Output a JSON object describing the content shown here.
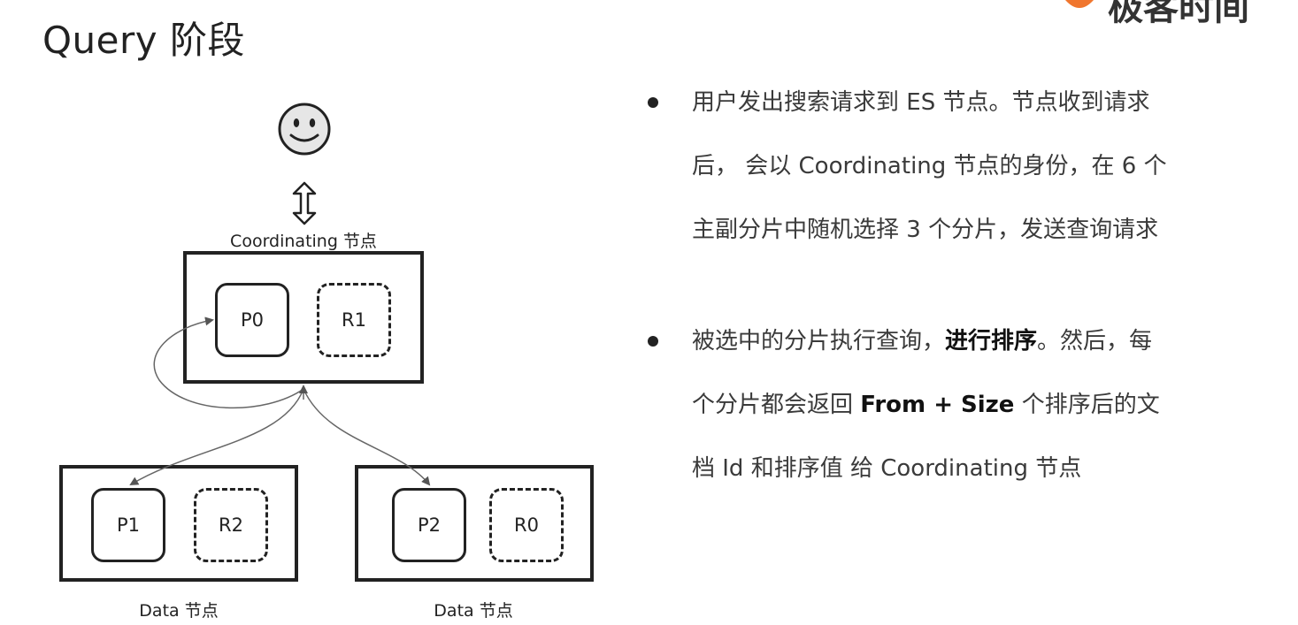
{
  "slide": {
    "title": "Query 阶段",
    "logo_text": "极客时间",
    "colors": {
      "logo_orange": "#F0762E",
      "text": "#3a3a3a",
      "outline": "#222222"
    }
  },
  "diagram": {
    "user_icon": "smiley-face-icon",
    "arrow_icon": "double-arrow-vertical-icon",
    "coordinating_label": "Coordinating 节点",
    "coordinating_shards": [
      "P0",
      "R1"
    ],
    "data_nodes": [
      {
        "label": "Data 节点",
        "shards": [
          "P1",
          "R2"
        ]
      },
      {
        "label": "Data 节点",
        "shards": [
          "P2",
          "R0"
        ]
      }
    ]
  },
  "bullets": [
    {
      "lines": [
        "用户发出搜索请求到 ES 节点。节点收到请求",
        "后， 会以 Coordinating 节点的身份，在 6 个",
        "主副分片中随机选择 3 个分片，发送查询请求"
      ]
    },
    {
      "line1_pre": "被选中的分片执行查询，",
      "line1_bold": "进行排序",
      "line1_post": "。然后，每",
      "line2_pre": "个分片都会返回 ",
      "line2_bold": "From + Size",
      "line2_post": " 个排序后的文",
      "line3": "档 Id 和排序值 给 Coordinating 节点"
    }
  ]
}
